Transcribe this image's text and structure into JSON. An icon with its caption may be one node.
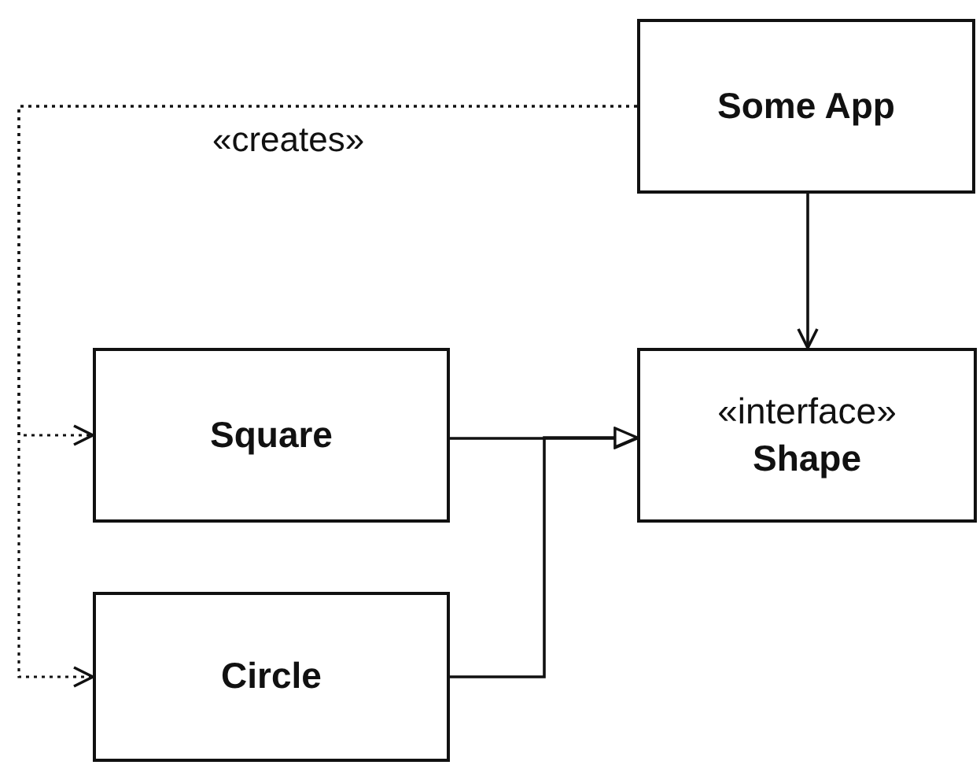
{
  "diagram": {
    "nodes": [
      {
        "text": [
          "Some App"
        ]
      },
      {
        "text": [
          "Square"
        ]
      },
      {
        "text": [
          "«interface»",
          "Shape"
        ]
      },
      {
        "text": [
          "Circle"
        ]
      }
    ],
    "edges": [
      {
        "from": 0,
        "to": 1,
        "arrow": "to",
        "style": "dashed",
        "label": "«creates»"
      },
      {
        "from": 0,
        "to": 3,
        "arrow": "to",
        "style": "dashed"
      },
      {
        "from": 0,
        "to": 2,
        "arrow": "to"
      },
      {
        "from": 1,
        "to": 2,
        "arrow": "to"
      },
      {
        "from": 3,
        "to": 2,
        "arrow": "to"
      }
    ]
  }
}
